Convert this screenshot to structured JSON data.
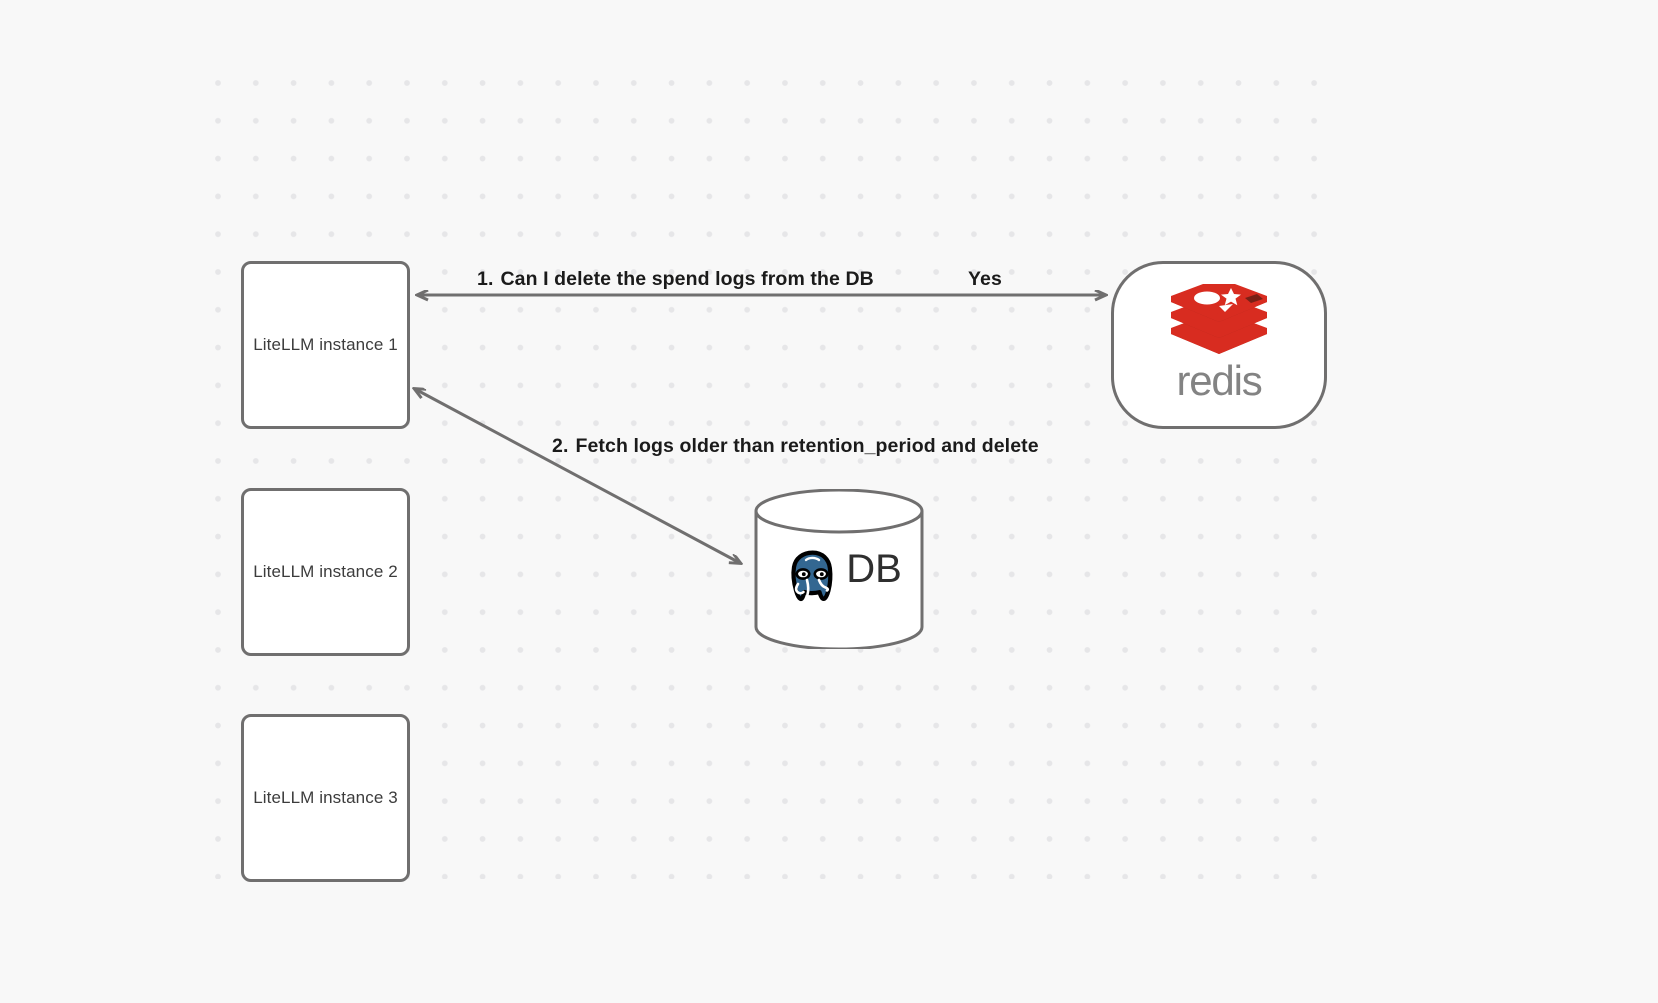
{
  "diagram": {
    "type": "architecture-flow",
    "background": {
      "color": "#f8f8f8",
      "grid": "dotted"
    },
    "nodes": [
      {
        "id": "litellm-1",
        "label": "LiteLLM instance 1",
        "shape": "rounded-rect"
      },
      {
        "id": "litellm-2",
        "label": "LiteLLM instance 2",
        "shape": "rounded-rect"
      },
      {
        "id": "litellm-3",
        "label": "LiteLLM instance 3",
        "shape": "rounded-rect"
      },
      {
        "id": "redis",
        "label": "redis",
        "shape": "stadium",
        "logo": "redis-logo",
        "logo_color": "#d82c20"
      },
      {
        "id": "db",
        "label": "DB",
        "shape": "cylinder",
        "logo": "postgresql-elephant-logo",
        "logo_color": "#336791"
      }
    ],
    "edges": [
      {
        "id": "edge-step-1",
        "from": "litellm-1",
        "to": "redis",
        "label": "Can I delete the spend logs from the DB",
        "step": "1.",
        "reply_label": "Yes",
        "direction": "bidirectional"
      },
      {
        "id": "edge-step-2",
        "from": "db",
        "to": "litellm-1",
        "label": "Fetch logs older than retention_period and delete",
        "step": "2.",
        "direction": "bidirectional"
      }
    ],
    "colors": {
      "node_border": "#706f6f",
      "node_fill": "#ffffff",
      "edge_stroke": "#706f6f",
      "label_text": "#1b1b1b",
      "node_text": "#3c3c3c",
      "redis_red": "#d82c20",
      "postgres_blue": "#336791"
    }
  }
}
